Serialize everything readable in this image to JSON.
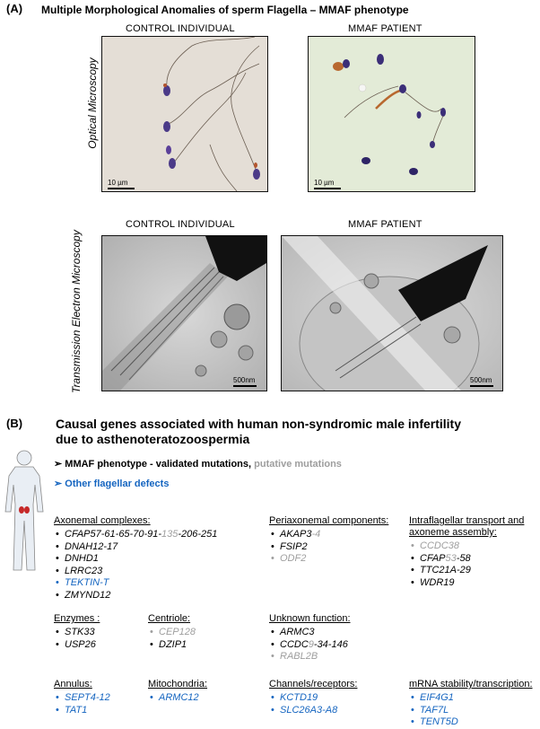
{
  "panel_a": {
    "label": "(A)",
    "title": "Multiple Morphological Anomalies of sperm Flagella – MMAF phenotype",
    "row_optical_label": "Optical Microscopy",
    "row_tem_label": "Transmission Electron Microscopy",
    "col_control": "CONTROL INDIVIDUAL",
    "col_patient": "MMAF PATIENT",
    "scale_optical": "10 µm",
    "scale_tem": "500nm"
  },
  "panel_b": {
    "label": "(B)",
    "title_line1": "Causal genes associated with human non-syndromic male infertility",
    "title_line2": "due to asthenoteratozoospermia",
    "legend_mmaf_arrow": "➢",
    "legend_mmaf": "MMAF phenotype  - validated mutations,",
    "legend_putative": "putative mutations",
    "legend_other_arrow": "➢",
    "legend_other": "Other flagellar defects",
    "groups": {
      "axonemal": {
        "title": "Axonemal complexes:",
        "genes": [
          {
            "parts": [
              {
                "t": "CFAP57-61-65-70-91-",
                "c": "black"
              },
              {
                "t": "135",
                "c": "gray"
              },
              {
                "t": "-206-251",
                "c": "black"
              }
            ],
            "c": "black"
          },
          {
            "parts": [
              {
                "t": "DNAH12-17",
                "c": "black"
              }
            ],
            "c": "black"
          },
          {
            "parts": [
              {
                "t": "DNHD1",
                "c": "black"
              }
            ],
            "c": "black"
          },
          {
            "parts": [
              {
                "t": "LRRC23",
                "c": "black"
              }
            ],
            "c": "black"
          },
          {
            "parts": [
              {
                "t": "TEKTIN-T",
                "c": "blue"
              }
            ],
            "c": "blue"
          },
          {
            "parts": [
              {
                "t": "ZMYND12",
                "c": "black"
              }
            ],
            "c": "black"
          }
        ]
      },
      "periaxonemal": {
        "title": "Periaxonemal components:",
        "genes": [
          {
            "parts": [
              {
                "t": "AKAP3",
                "c": "black"
              },
              {
                "t": "-4",
                "c": "gray"
              }
            ],
            "c": "black"
          },
          {
            "parts": [
              {
                "t": "FSIP2",
                "c": "black"
              }
            ],
            "c": "black"
          },
          {
            "parts": [
              {
                "t": "ODF2",
                "c": "gray"
              }
            ],
            "c": "gray"
          }
        ]
      },
      "intraflagellar": {
        "title_line1": "Intraflagellar transport and",
        "title_line2": "axoneme assembly:",
        "genes": [
          {
            "parts": [
              {
                "t": "CCDC38",
                "c": "gray"
              }
            ],
            "c": "gray"
          },
          {
            "parts": [
              {
                "t": "CFAP",
                "c": "black"
              },
              {
                "t": "53",
                "c": "gray"
              },
              {
                "t": "-58",
                "c": "black"
              }
            ],
            "c": "black"
          },
          {
            "parts": [
              {
                "t": "TTC21A-29",
                "c": "black"
              }
            ],
            "c": "black"
          },
          {
            "parts": [
              {
                "t": "WDR19",
                "c": "black"
              }
            ],
            "c": "black"
          }
        ]
      },
      "enzymes": {
        "title": "Enzymes :",
        "genes": [
          {
            "parts": [
              {
                "t": "STK33",
                "c": "black"
              }
            ],
            "c": "black"
          },
          {
            "parts": [
              {
                "t": "USP26",
                "c": "black"
              }
            ],
            "c": "black"
          }
        ]
      },
      "centriole": {
        "title": "Centriole:",
        "genes": [
          {
            "parts": [
              {
                "t": "CEP128",
                "c": "gray"
              }
            ],
            "c": "gray"
          },
          {
            "parts": [
              {
                "t": "DZIP1",
                "c": "black"
              }
            ],
            "c": "black"
          }
        ]
      },
      "unknown": {
        "title": "Unknown function:",
        "genes": [
          {
            "parts": [
              {
                "t": "ARMC3",
                "c": "black"
              }
            ],
            "c": "black"
          },
          {
            "parts": [
              {
                "t": "CCDC",
                "c": "black"
              },
              {
                "t": "9",
                "c": "gray"
              },
              {
                "t": "-34-146",
                "c": "black"
              }
            ],
            "c": "black"
          },
          {
            "parts": [
              {
                "t": "RABL2B",
                "c": "gray"
              }
            ],
            "c": "gray"
          }
        ]
      },
      "annulus": {
        "title": "Annulus:",
        "genes": [
          {
            "parts": [
              {
                "t": "SEPT4-12",
                "c": "blue"
              }
            ],
            "c": "blue"
          },
          {
            "parts": [
              {
                "t": "TAT1",
                "c": "blue"
              }
            ],
            "c": "blue"
          }
        ]
      },
      "mitochondria": {
        "title": "Mitochondria:",
        "genes": [
          {
            "parts": [
              {
                "t": "ARMC12",
                "c": "blue"
              }
            ],
            "c": "blue"
          }
        ]
      },
      "channels": {
        "title": "Channels/receptors:",
        "genes": [
          {
            "parts": [
              {
                "t": "KCTD19",
                "c": "blue"
              }
            ],
            "c": "blue"
          },
          {
            "parts": [
              {
                "t": "SLC26A3-A8",
                "c": "blue"
              }
            ],
            "c": "blue"
          }
        ]
      },
      "mrna": {
        "title": "mRNA stability/transcription:",
        "genes": [
          {
            "parts": [
              {
                "t": "EIF4G1",
                "c": "blue"
              }
            ],
            "c": "blue"
          },
          {
            "parts": [
              {
                "t": "TAF7L",
                "c": "blue"
              }
            ],
            "c": "blue"
          },
          {
            "parts": [
              {
                "t": "TENT5D",
                "c": "blue"
              }
            ],
            "c": "blue"
          }
        ]
      }
    }
  },
  "colors": {
    "black": "#000000",
    "blue": "#1565c0",
    "gray": "#9e9e9e"
  }
}
